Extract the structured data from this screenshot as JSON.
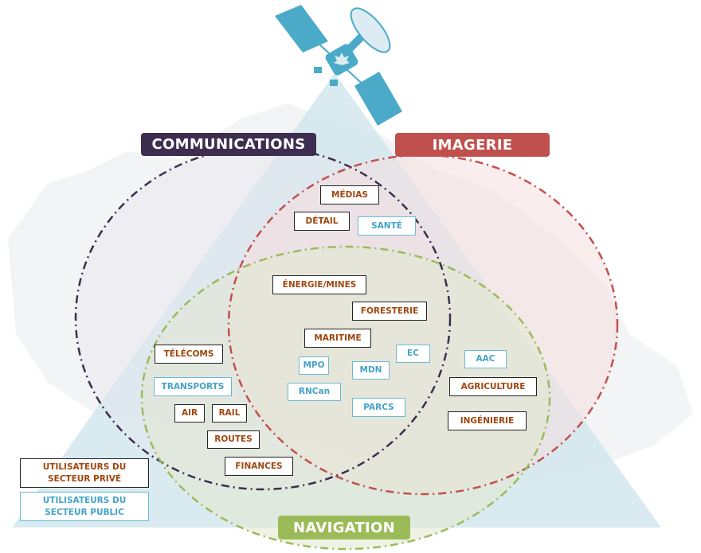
{
  "categories": {
    "communications": "COMMUNICATIONS",
    "imagery": "IMAGERIE",
    "navigation": "NAVIGATION"
  },
  "colors": {
    "communications": "#3d2e4f",
    "imagery": "#c0504d",
    "navigation": "#9bbb59",
    "triangle": "#cfe6ee",
    "satellite": "#4aaac8",
    "private_text": "#a0460e",
    "public_text": "#43a3c6"
  },
  "private_sectors": {
    "medias": "MÉDIAS",
    "detail": "DÉTAIL",
    "energie": "ÉNERGIE/MINES",
    "foresterie": "FORESTERIE",
    "maritime": "MARITIME",
    "telecoms": "TÉLÉCOMS",
    "air": "AIR",
    "rail": "RAIL",
    "routes": "ROUTES",
    "finances": "FINANCES",
    "agriculture": "AGRICULTURE",
    "ingenierie": "INGÉNIERIE"
  },
  "public_sectors": {
    "sante": "SANTÉ",
    "transports": "TRANSPORTS",
    "mpo": "MPO",
    "mdn": "MDN",
    "ec": "EC",
    "rncan": "RNCan",
    "parcs": "PARCS",
    "aac": "AAC"
  },
  "legend": {
    "private_line1": "UTILISATEURS DU",
    "private_line2": "SECTEUR PRIVÉ",
    "public_line1": "UTILISATEURS DU",
    "public_line2": "SECTEUR PUBLIC"
  }
}
